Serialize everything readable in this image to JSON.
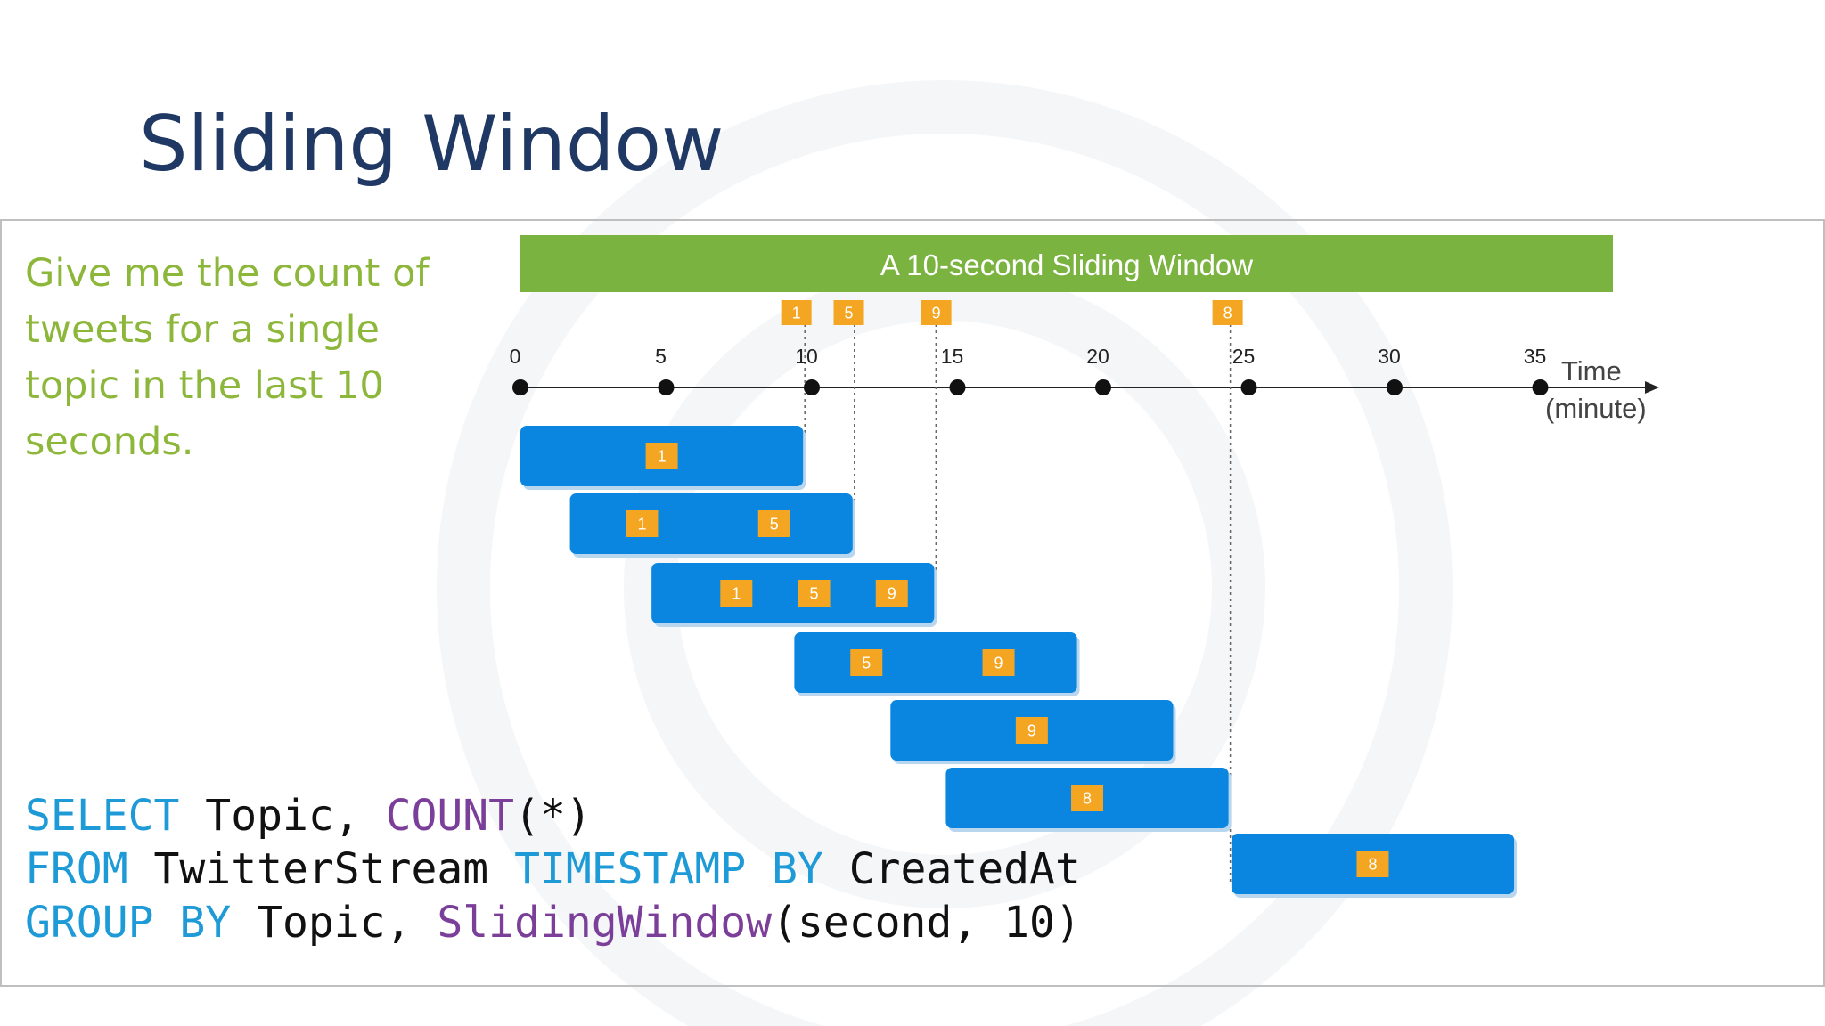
{
  "title": "Sliding Window",
  "question": "Give me the count of\ntweets for a single\ntopic in the last 10\nseconds.",
  "colors": {
    "title": "#1f3864",
    "question": "#8db73a",
    "banner": "#7ab33f",
    "window": "#0a86e0",
    "event": "#f4a522",
    "keyword": "#1e9bd7",
    "function": "#7b3f9a"
  },
  "code": {
    "line1": [
      "SELECT",
      " Topic, ",
      "COUNT",
      "(*)"
    ],
    "line2": [
      "FROM",
      " TwitterStream ",
      "TIMESTAMP BY",
      " CreatedAt"
    ],
    "line3": [
      "GROUP BY",
      " Topic, ",
      "SlidingWindow",
      "(second, 10)"
    ]
  },
  "diagram": {
    "banner_label": "A 10-second Sliding Window",
    "axis_label_line1": "Time",
    "axis_label_line2": "(minute)",
    "ticks": [
      0,
      5,
      10,
      15,
      20,
      25,
      30,
      35
    ],
    "events": [
      {
        "label": "1",
        "t": 9.5
      },
      {
        "label": "5",
        "t": 11.3
      },
      {
        "label": "9",
        "t": 14.3
      },
      {
        "label": "8",
        "t": 24.3
      }
    ],
    "windows": [
      {
        "start": 0,
        "end": 9.7,
        "events": [
          "1"
        ]
      },
      {
        "start": 1.7,
        "end": 11.4,
        "events": [
          "1",
          "5"
        ]
      },
      {
        "start": 4.5,
        "end": 14.2,
        "events": [
          "1",
          "5",
          "9"
        ]
      },
      {
        "start": 9.4,
        "end": 19.1,
        "events": [
          "5",
          "9"
        ]
      },
      {
        "start": 12.7,
        "end": 22.4,
        "events": [
          "9"
        ]
      },
      {
        "start": 14.6,
        "end": 24.3,
        "events": [
          "8"
        ]
      },
      {
        "start": 24.4,
        "end": 34.1,
        "events": [
          "8"
        ]
      }
    ]
  }
}
